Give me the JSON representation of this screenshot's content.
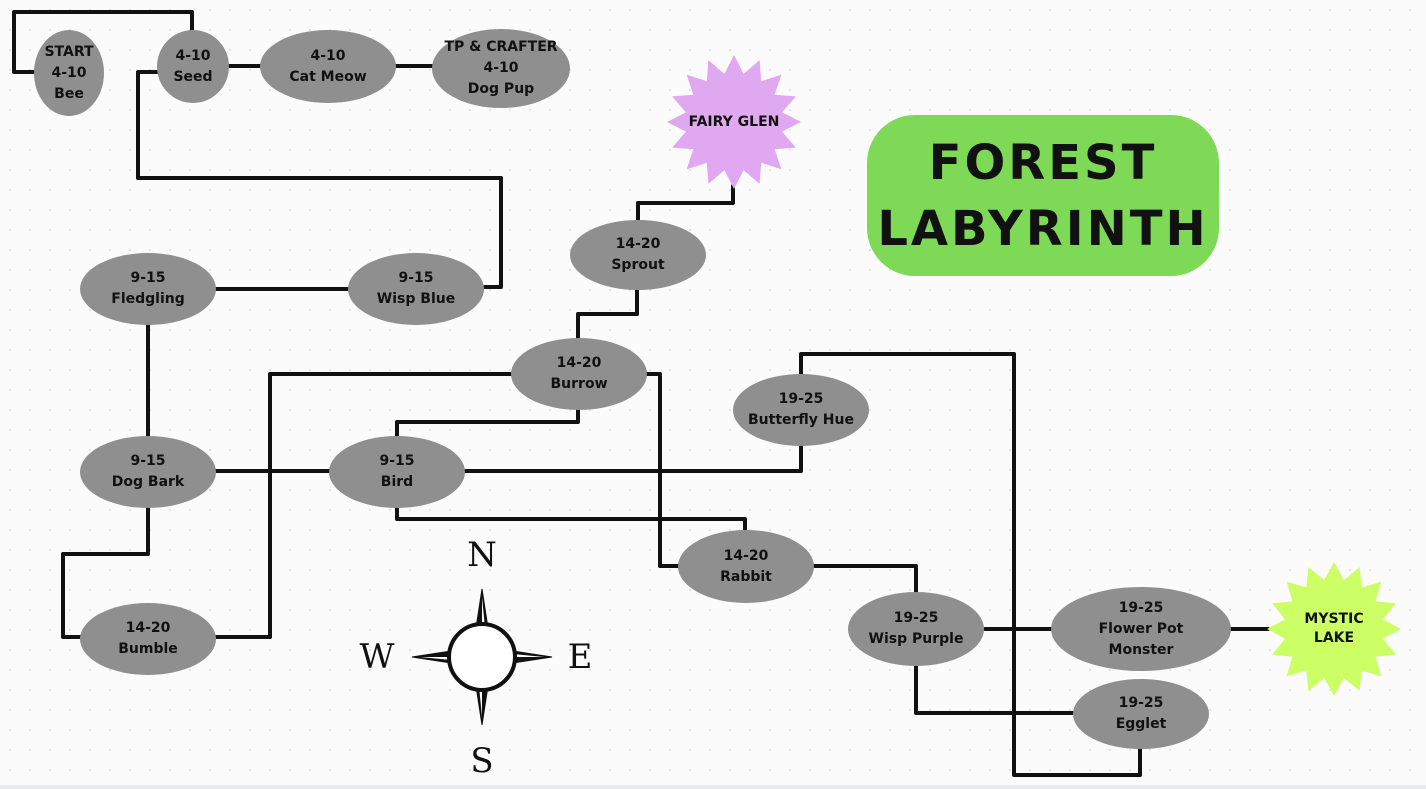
{
  "title": {
    "line1": "FOREST",
    "line2": "LABYRINTH"
  },
  "colors": {
    "node": "#8f8f8f",
    "title_bg": "#7ed957",
    "fairy_glen": "#e0a8f0",
    "mystic_lake": "#ccff66",
    "wire": "#111111"
  },
  "nodes": {
    "start": {
      "lines": [
        "START",
        "4-10",
        "Bee"
      ]
    },
    "seed": {
      "lines": [
        "4-10",
        "Seed"
      ]
    },
    "cat_meow": {
      "lines": [
        "4-10",
        "Cat Meow"
      ]
    },
    "dog_pup": {
      "lines": [
        "TP & CRAFTER",
        "4-10",
        "Dog Pup"
      ]
    },
    "fledgling": {
      "lines": [
        "9-15",
        "Fledgling"
      ]
    },
    "wisp_blue": {
      "lines": [
        "9-15",
        "Wisp Blue"
      ]
    },
    "sprout": {
      "lines": [
        "14-20",
        "Sprout"
      ]
    },
    "burrow": {
      "lines": [
        "14-20",
        "Burrow"
      ]
    },
    "butterfly": {
      "lines": [
        "19-25",
        "Butterfly Hue"
      ]
    },
    "dog_bark": {
      "lines": [
        "9-15",
        "Dog Bark"
      ]
    },
    "bird": {
      "lines": [
        "9-15",
        "Bird"
      ]
    },
    "rabbit": {
      "lines": [
        "14-20",
        "Rabbit"
      ]
    },
    "bumble": {
      "lines": [
        "14-20",
        "Bumble"
      ]
    },
    "wisp_purple": {
      "lines": [
        "19-25",
        "Wisp Purple"
      ]
    },
    "flower_pot": {
      "lines": [
        "19-25",
        "Flower Pot",
        "Monster"
      ]
    },
    "egglet": {
      "lines": [
        "19-25",
        "Egglet"
      ]
    }
  },
  "destinations": {
    "fairy_glen": {
      "lines": [
        "FAIRY GLEN"
      ]
    },
    "mystic_lake": {
      "lines": [
        "MYSTIC",
        "LAKE"
      ]
    }
  },
  "compass": {
    "north": "N",
    "south": "S",
    "east": "E",
    "west": "W"
  }
}
